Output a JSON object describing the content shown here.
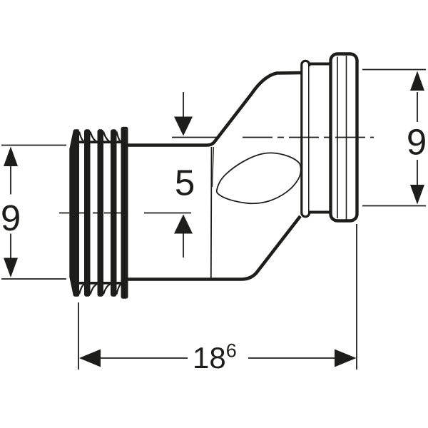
{
  "drawing": {
    "kind": "technical-line-drawing",
    "subject": "offset pipe connector with ribbed spigot and socket flange",
    "background_color": "#ffffff",
    "stroke_color": "#1d1d1b"
  },
  "dimensions": {
    "left_diameter": {
      "value": "9"
    },
    "socket_diameter": {
      "value": "9"
    },
    "axis_offset": {
      "value": "5"
    },
    "overall_length": {
      "value": "18",
      "superscript": "6"
    }
  }
}
